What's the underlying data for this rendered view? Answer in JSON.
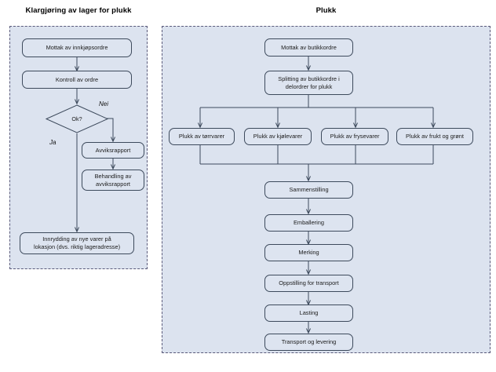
{
  "diagram": {
    "type": "flowchart",
    "language": "no",
    "colors": {
      "panel_fill": "#dce3ef",
      "panel_border": "#5a5a7a",
      "node_fill": "#dde4f0",
      "node_border": "#3d4a5c",
      "connector": "#3d4a5c",
      "text": "#1b1b1b",
      "background": "#ffffff"
    },
    "panels": [
      {
        "id": "left",
        "title": "Klargjøring av lager for plukk"
      },
      {
        "id": "right",
        "title": "Plukk"
      }
    ]
  },
  "left_panel": {
    "title": "Klargjøring av lager for plukk",
    "nodes": [
      {
        "id": "mottak-innkjopsordre",
        "label": "Mottak av innkjøpsordre",
        "shape": "rounded-rect"
      },
      {
        "id": "kontroll-ordre",
        "label": "Kontroll av ordre",
        "shape": "rounded-rect"
      },
      {
        "id": "ok-decision",
        "label": "Ok?",
        "shape": "diamond"
      },
      {
        "id": "avviksrapport",
        "label": "Avviksrapport",
        "shape": "rounded-rect"
      },
      {
        "id": "behandling-avviksrapport",
        "label_line1": "Behandling av",
        "label_line2": "avviksrapport",
        "shape": "rounded-rect"
      },
      {
        "id": "innrydding",
        "label_line1": "Innrydding av nye varer på",
        "label_line2": "lokasjon (dvs. riktig lageradresse)",
        "shape": "rounded-rect"
      }
    ],
    "edge_labels": {
      "no_branch": "Nei",
      "yes_branch": "Ja"
    }
  },
  "right_panel": {
    "title": "Plukk",
    "nodes": [
      {
        "id": "mottak-butikkordre",
        "label": "Mottak av butikkordre",
        "shape": "rounded-rect"
      },
      {
        "id": "splitting",
        "label_line1": "Splitting av butikkordre i",
        "label_line2": "delordrer for plukk",
        "shape": "rounded-rect"
      },
      {
        "id": "plukk-torrvarer",
        "label": "Plukk av tørrvarer",
        "shape": "rounded-rect"
      },
      {
        "id": "plukk-kjolevarer",
        "label": "Plukk av kjølevarer",
        "shape": "rounded-rect"
      },
      {
        "id": "plukk-frysevarer",
        "label": "Plukk av frysevarer",
        "shape": "rounded-rect"
      },
      {
        "id": "plukk-frukt-gront",
        "label": "Plukk av frukt og grønt",
        "shape": "rounded-rect"
      },
      {
        "id": "sammenstilling",
        "label": "Sammenstilling",
        "shape": "rounded-rect"
      },
      {
        "id": "emballering",
        "label": "Emballering",
        "shape": "rounded-rect"
      },
      {
        "id": "merking",
        "label": "Merking",
        "shape": "rounded-rect"
      },
      {
        "id": "oppstilling",
        "label": "Oppstilling for transport",
        "shape": "rounded-rect"
      },
      {
        "id": "lasting",
        "label": "Lasting",
        "shape": "rounded-rect"
      },
      {
        "id": "transport",
        "label": "Transport og levering",
        "shape": "rounded-rect"
      }
    ]
  }
}
